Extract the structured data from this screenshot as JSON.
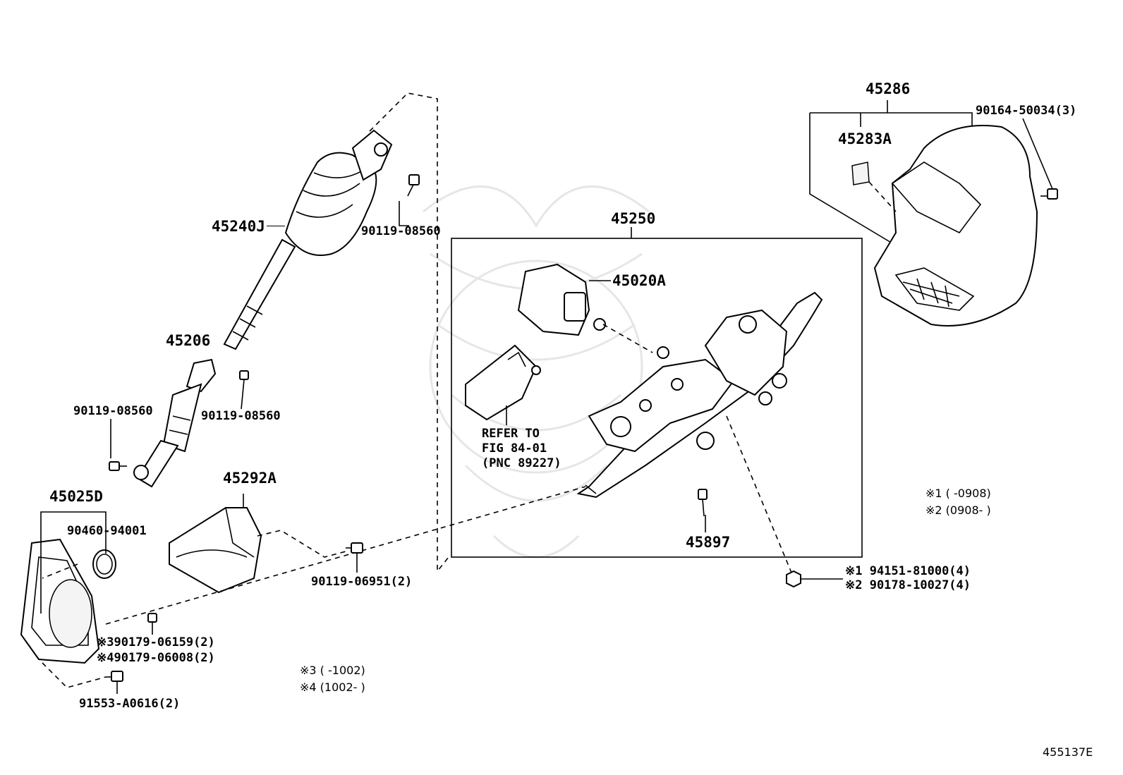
{
  "figure_code": "455137E",
  "parts": [
    {
      "id": "p45240J",
      "text": "45240J"
    },
    {
      "id": "p90119a",
      "text": "90119-08560"
    },
    {
      "id": "p45206",
      "text": "45206"
    },
    {
      "id": "p90119b",
      "text": "90119-08560"
    },
    {
      "id": "p90119c",
      "text": "90119-08560"
    },
    {
      "id": "p45025D",
      "text": "45025D"
    },
    {
      "id": "p90460",
      "text": "90460-94001"
    },
    {
      "id": "p45292A",
      "text": "45292A"
    },
    {
      "id": "p90119d",
      "text": "90119-06951(2)"
    },
    {
      "id": "p90179a",
      "text": "※390179-06159(2)"
    },
    {
      "id": "p90179b",
      "text": "※490179-06008(2)"
    },
    {
      "id": "p91553",
      "text": "91553-A0616(2)"
    },
    {
      "id": "p45250",
      "text": "45250"
    },
    {
      "id": "p45020A",
      "text": "45020A"
    },
    {
      "id": "p45897",
      "text": "45897"
    },
    {
      "id": "p45286",
      "text": "45286"
    },
    {
      "id": "p45283A",
      "text": "45283A"
    },
    {
      "id": "p90164",
      "text": "90164-50034(3)"
    },
    {
      "id": "p94151",
      "text": "※1 94151-81000(4)"
    },
    {
      "id": "p90178",
      "text": "※2 90178-10027(4)"
    }
  ],
  "refer": [
    "REFER TO",
    "FIG 84-01",
    "(PNC 89227)"
  ],
  "notes": {
    "n1": "※1 (    -0908)",
    "n2": "※2 (0908-    )",
    "n3": "※3 (    -1002)",
    "n4": "※4 (1002-    )"
  }
}
